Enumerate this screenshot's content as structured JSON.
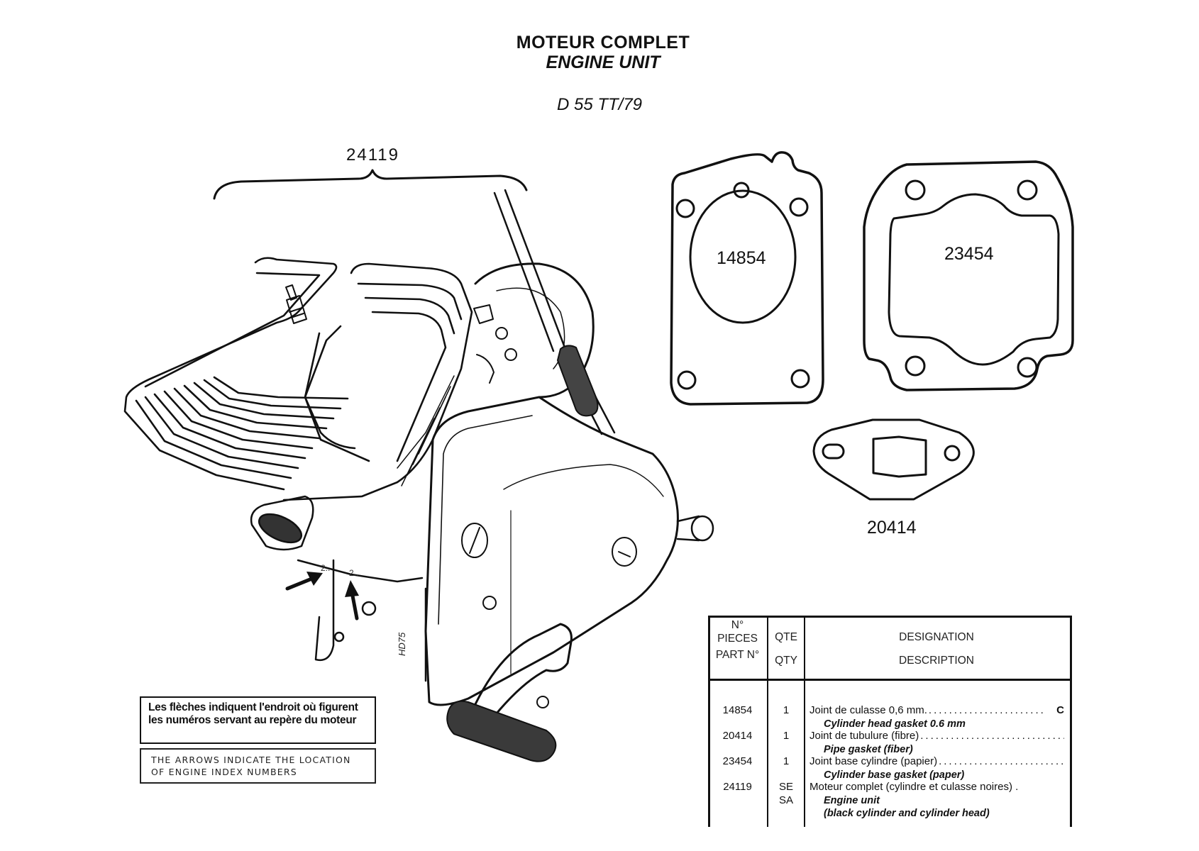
{
  "header": {
    "title_fr": "MOTEUR COMPLET",
    "title_en": "ENGINE UNIT",
    "model": "D 55 TT/79"
  },
  "diagram": {
    "assembly_label": "24119",
    "gaskets": [
      {
        "part_no": "14854",
        "name": "cylinder-head-gasket"
      },
      {
        "part_no": "23454",
        "name": "cylinder-base-gasket"
      },
      {
        "part_no": "20414",
        "name": "pipe-gasket"
      }
    ],
    "index_marks": [
      "2..",
      "2.."
    ],
    "artist_mark": "HD75"
  },
  "notes": {
    "fr": "Les flèches indiquent l'endroit où figurent les numéros servant au repère du moteur",
    "en": "THE ARROWS INDICATE THE LOCATION OF ENGINE INDEX NUMBERS"
  },
  "parts_table": {
    "headers": {
      "part_fr_line1": "N°",
      "part_fr_line2": "PIECES",
      "part_en": "PART N°",
      "qty_fr": "QTE",
      "qty_en": "QTY",
      "desc_fr": "DESIGNATION",
      "desc_en": "DESCRIPTION"
    },
    "rows": [
      {
        "part_no": "14854",
        "qty": "1",
        "qty2": "",
        "desc_fr": "Joint de culasse 0,6 mm.",
        "code": "C",
        "desc_en": "Cylinder head gasket 0.6 mm",
        "desc_en2": ""
      },
      {
        "part_no": "20414",
        "qty": "1",
        "qty2": "",
        "desc_fr": "Joint de tubulure (fibre)",
        "code": "",
        "desc_en": "Pipe gasket (fiber)",
        "desc_en2": ""
      },
      {
        "part_no": "23454",
        "qty": "1",
        "qty2": "",
        "desc_fr": "Joint base cylindre (papier)",
        "code": "",
        "desc_en": "Cylinder base gasket (paper)",
        "desc_en2": ""
      },
      {
        "part_no": "24119",
        "qty": "SE",
        "qty2": "SA",
        "desc_fr": "Moteur complet (cylindre et culasse noires) .",
        "code": "",
        "desc_en": "Engine unit",
        "desc_en2": "(black cylinder and cylinder head)"
      }
    ]
  }
}
